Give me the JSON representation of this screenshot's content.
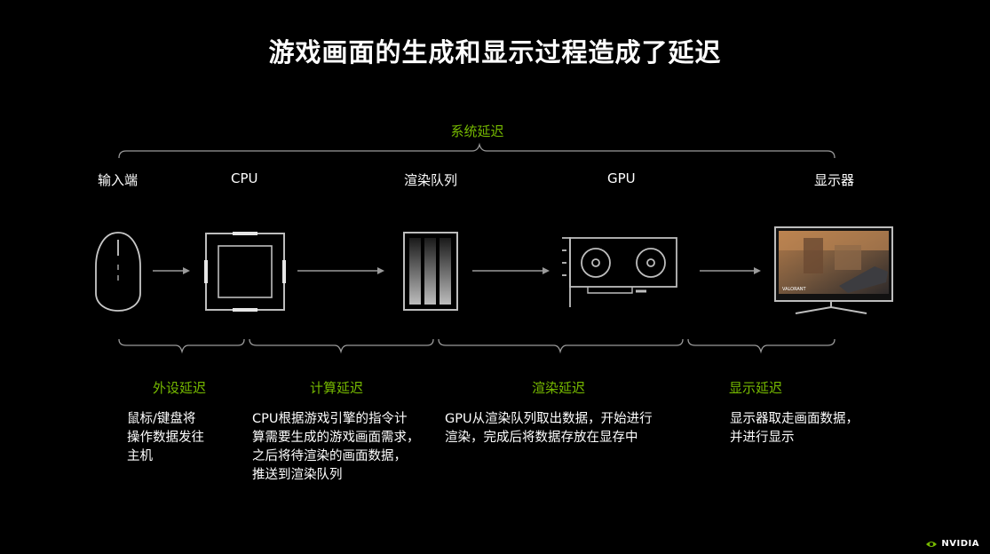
{
  "title": "游戏画面的生成和显示过程造成了延迟",
  "system_latency_label": "系统延迟",
  "stages": [
    {
      "label": "输入端"
    },
    {
      "label": "CPU"
    },
    {
      "label": "渲染队列"
    },
    {
      "label": "GPU"
    },
    {
      "label": "显示器"
    }
  ],
  "latencies": [
    {
      "label": "外设延迟",
      "desc": [
        "鼠标/键盘将",
        "操作数据发往",
        "主机"
      ]
    },
    {
      "label": "计算延迟",
      "desc": [
        "CPU根据游戏引擎的指令计",
        "算需要生成的游戏画面需求，",
        "之后将待渲染的画面数据，",
        "推送到渲染队列"
      ]
    },
    {
      "label": "渲染延迟",
      "desc": [
        "GPU从渲染队列取出数据，开始进行",
        "渲染，完成后将数据存放在显存中"
      ]
    },
    {
      "label": "显示延迟",
      "desc": [
        "显示器取走画面数据，",
        "并进行显示"
      ]
    }
  ],
  "monitor_game_text": "VALORANT",
  "brand": "NVIDIA",
  "colors": {
    "accent": "#76b900",
    "background": "#000000",
    "text": "#ffffff",
    "line": "#9a9a9a"
  }
}
